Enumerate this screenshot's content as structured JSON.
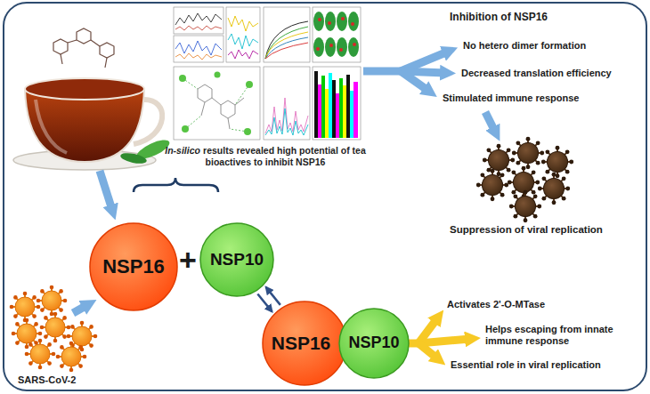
{
  "diagram": {
    "nodes": [
      {
        "text": [
          "NSP16"
        ]
      },
      {
        "text": [
          "NSP10"
        ]
      },
      {
        "text": [
          "NSP16"
        ]
      },
      {
        "text": [
          "NSP10"
        ]
      }
    ],
    "edges": [
      {
        "from": 1,
        "to": 2,
        "arrow": "to"
      },
      {
        "from": 2,
        "to": 1,
        "arrow": "to"
      }
    ],
    "labels": [
      "In-silico",
      "results revealed high potential of tea bioactives to inhibit NSP16",
      "+",
      "SARS-CoV-2",
      "Inhibition of NSP16",
      "No hetero dimer formation",
      "Decreased translation efficiency",
      "Stimulated immune response",
      "Suppression of viral replication",
      "Activates 2'-O-MTase",
      "Helps escaping from innate immune response",
      "Essential role in viral replication"
    ]
  }
}
